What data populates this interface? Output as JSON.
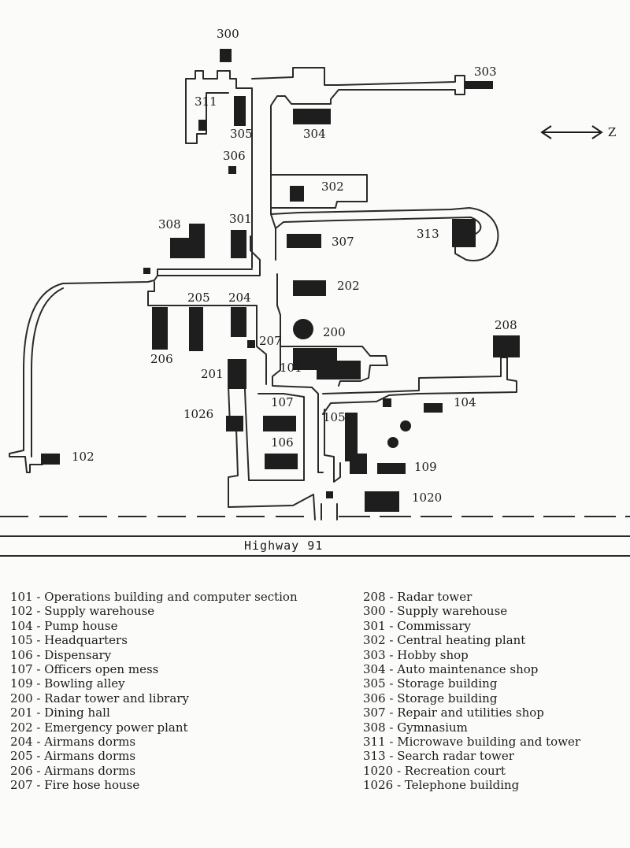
{
  "highway_label": "Highway 91",
  "north_label": "Z",
  "map_labels": {
    "b300": "300",
    "b303": "303",
    "b311": "311",
    "b305": "305",
    "b304": "304",
    "b306": "306",
    "b302": "302",
    "b308": "308",
    "b301": "301",
    "b307": "307",
    "b313": "313",
    "b202": "202",
    "b205": "205",
    "b204": "204",
    "b200": "200",
    "b208": "208",
    "b207": "207",
    "b206": "206",
    "b101": "101",
    "b201": "201",
    "b107": "107",
    "b104": "104",
    "b1026": "1026",
    "b105": "105",
    "b106": "106",
    "b109": "109",
    "b102": "102",
    "b1020": "1020"
  },
  "legend_left": [
    "101 - Operations building and computer section",
    "102 - Supply warehouse",
    "104 - Pump house",
    "105 - Headquarters",
    "106 - Dispensary",
    "107 - Officers open mess",
    "109 - Bowling alley",
    "200 - Radar tower and library",
    "201 - Dining hall",
    "202 - Emergency power plant",
    "204 - Airmans dorms",
    "205 - Airmans dorms",
    "206 - Airmans dorms",
    "207 - Fire hose house"
  ],
  "legend_right": [
    "208 - Radar tower",
    "300 - Supply warehouse",
    "301 - Commissary",
    "302 - Central heating plant",
    "303 - Hobby shop",
    "304 - Auto maintenance shop",
    "305 - Storage building",
    "306 - Storage building",
    "307 - Repair and utilities shop",
    "308 - Gymnasium",
    "311 - Microwave building and tower",
    "313 - Search radar tower",
    "1020 - Recreation court",
    "1026 - Telephone building"
  ]
}
